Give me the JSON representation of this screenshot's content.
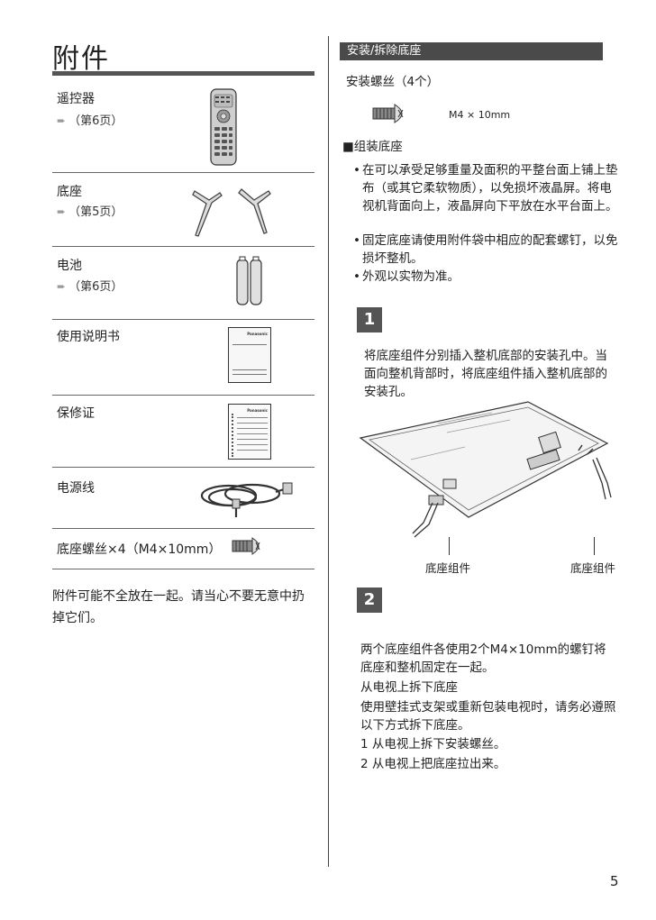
{
  "left": {
    "title": "附件",
    "items": [
      {
        "name": "遥控器",
        "ref": "（第6页）"
      },
      {
        "name": "底座",
        "ref": "（第5页）"
      },
      {
        "name": "电池",
        "ref": "（第6页）"
      },
      {
        "name": "使用说明书"
      },
      {
        "name": "保修证"
      },
      {
        "name": "电源线"
      },
      {
        "name": "底座螺丝×4（M4×10mm）"
      }
    ],
    "note": "附件可能不全放在一起。请当心不要无意中扔掉它们。",
    "manual_brand": "Panasonic"
  },
  "right": {
    "section_title": "安装/拆除底座",
    "screws_label": "安装螺丝（4个）",
    "screw_spec": "M4 × 10mm",
    "assemble_title": "■组装底座",
    "bullets": [
      "在可以承受足够重量及面积的平整台面上铺上垫布（或其它柔软物质），以免损坏液晶屏。将电视机背面向上，液晶屏向下平放在水平台面上。",
      "固定底座请使用附件袋中相应的配套螺钉，以免损坏整机。",
      "外观以实物为准。"
    ],
    "step1_num": "1",
    "step1_text": "将底座组件分别插入整机底部的安装孔中。当面向整机背部时，将底座组件插入整机底部的安装孔。",
    "label_stand_left": "底座组件",
    "label_stand_right": "底座组件",
    "step2_num": "2",
    "step2_text": "两个底座组件各使用2个M4×10mm的螺钉将底座和整机固定在一起。",
    "remove_title": "从电视上拆下底座",
    "remove_text": "使用壁挂式支架或重新包装电视时，请务必遵照以下方式拆下底座。",
    "remove_step1": "1 从电视上拆下安装螺丝。",
    "remove_step2": "2 从电视上把底座拉出来。"
  },
  "page_number": "5"
}
